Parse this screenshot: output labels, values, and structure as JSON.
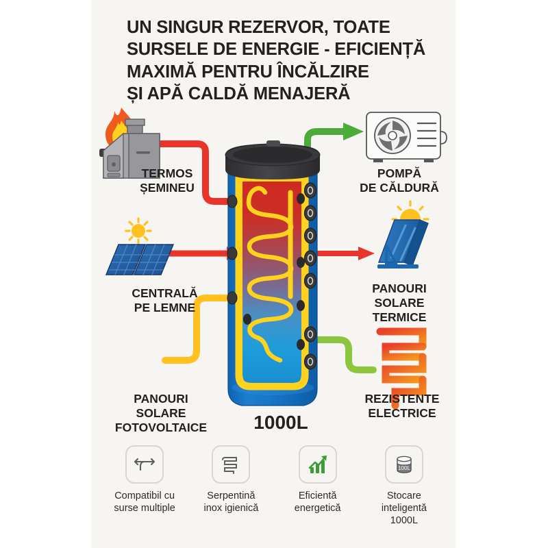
{
  "card": {
    "background": "#f7f5f1"
  },
  "title": {
    "lines": [
      "UN SINGUR REZERVOR, TOATE",
      "SURSELE DE ENERGIE - EFICIENȚĂ",
      "MAXIMĂ PENTRU ÎNCĂLZIRE",
      "ȘI APĂ CALDĂ MENAJERĂ"
    ]
  },
  "tank": {
    "volume_label": "1000L",
    "body_color": "#1471c4",
    "cap_color": "#3b3b3d",
    "coil_color": "#ffd21f",
    "hot_color": "#d42b26",
    "cold_color": "#2aa3dd",
    "port_count": 7
  },
  "sources": [
    {
      "id": "termos-semineu",
      "icon": "flame-icon",
      "label_lines": [
        "TERMOS",
        "ȘEMINEU"
      ],
      "pipe_color": "#e8342a",
      "pipe_kind": "pipe",
      "side": "left"
    },
    {
      "id": "centrala-pe-lemne",
      "icon": "wood-boiler-icon",
      "label_lines": [
        "CENTRALĂ",
        "PE LEMNE"
      ],
      "pipe_color": "#e8342a",
      "pipe_kind": "arrow-in",
      "side": "left"
    },
    {
      "id": "panouri-solare-fotovoltaice",
      "icon": "pv-panels-icon",
      "label_lines": [
        "PANOURI",
        "SOLARE",
        "FOTOVOLTAICE"
      ],
      "pipe_color": "#ffc020",
      "pipe_kind": "pipe",
      "side": "left"
    },
    {
      "id": "pompa-de-caldura",
      "icon": "heat-pump-icon",
      "label_lines": [
        "POMPĂ",
        "DE CĂLDURĂ"
      ],
      "pipe_color": "#4faa3c",
      "pipe_kind": "pipe-arrow-out",
      "side": "right"
    },
    {
      "id": "panouri-solare-termice",
      "icon": "solar-thermal-icon",
      "label_lines": [
        "PANOURI",
        "SOLARE",
        "TERMICE"
      ],
      "pipe_color": "#e8342a",
      "pipe_kind": "arrow-out",
      "side": "right"
    },
    {
      "id": "rezistente-electrice",
      "icon": "electric-heater-icon",
      "label_lines": [
        "REZISTENTE",
        "ELECTRICE"
      ],
      "pipe_color": "#8cc63f",
      "pipe_kind": "pipe",
      "side": "right"
    }
  ],
  "features": [
    {
      "icon": "multi-source-arrows-icon",
      "lines": [
        "Compatibil cu",
        "surse multiple"
      ]
    },
    {
      "icon": "coil-icon",
      "lines": [
        "Serpentină",
        "inox igienică"
      ]
    },
    {
      "icon": "growth-chart-icon",
      "lines": [
        "Eficientă",
        "energetică"
      ]
    },
    {
      "icon": "storage-tank-icon",
      "icon_text": "100L",
      "lines": [
        "Stocare",
        "inteligentă",
        "1000L"
      ]
    }
  ]
}
